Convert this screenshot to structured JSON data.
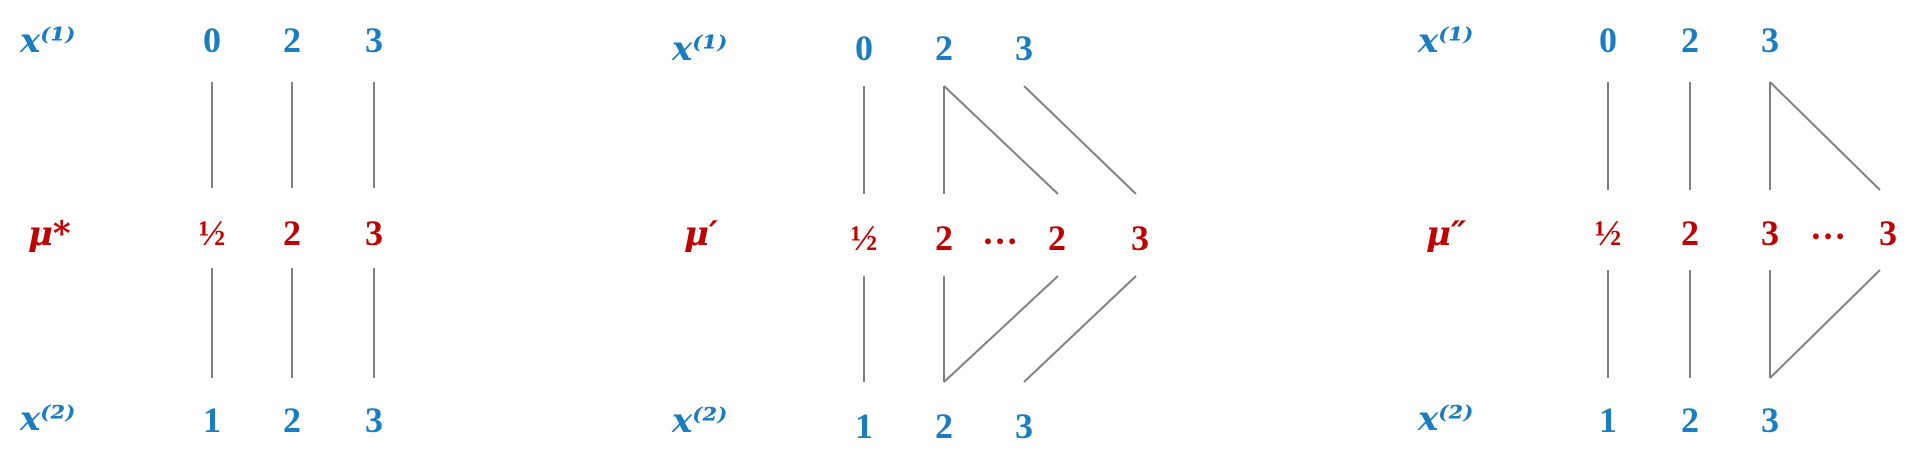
{
  "colors": {
    "blue": "#1a7cc1",
    "red": "#c00000",
    "line": "#808080"
  },
  "panels": [
    {
      "x1_label": "x⁽¹⁾",
      "mu_label": "μ*",
      "x2_label": "x⁽²⁾",
      "top_values": [
        "0",
        "2",
        "3"
      ],
      "mid_values": [
        "½",
        "2",
        "3"
      ],
      "bottom_values": [
        "1",
        "2",
        "3"
      ]
    },
    {
      "x1_label": "x⁽¹⁾",
      "mu_label": "μ′",
      "x2_label": "x⁽²⁾",
      "top_values": [
        "0",
        "2",
        "3"
      ],
      "mid_values": [
        "½",
        "2",
        "…",
        "2",
        "3"
      ],
      "bottom_values": [
        "1",
        "2",
        "3"
      ]
    },
    {
      "x1_label": "x⁽¹⁾",
      "mu_label": "μ″",
      "x2_label": "x⁽²⁾",
      "top_values": [
        "0",
        "2",
        "3"
      ],
      "mid_values": [
        "½",
        "2",
        "3",
        "…",
        "3"
      ],
      "bottom_values": [
        "1",
        "2",
        "3"
      ]
    }
  ]
}
